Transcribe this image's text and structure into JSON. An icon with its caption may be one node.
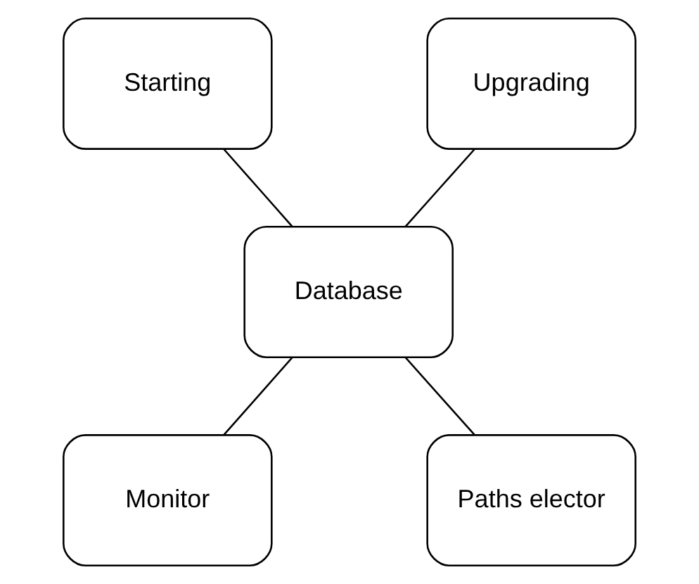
{
  "diagram": {
    "nodes": [
      {
        "text": [
          "Starting"
        ]
      },
      {
        "text": [
          "Upgrading"
        ]
      },
      {
        "text": [
          "Database"
        ]
      },
      {
        "text": [
          "Monitor"
        ]
      },
      {
        "text": [
          "Paths elector"
        ]
      }
    ],
    "edges": [
      {
        "from": 0,
        "to": 2,
        "arrow": "none"
      },
      {
        "from": 1,
        "to": 2,
        "arrow": "none"
      },
      {
        "from": 2,
        "to": 3,
        "arrow": "none"
      },
      {
        "from": 2,
        "to": 4,
        "arrow": "none"
      }
    ]
  }
}
